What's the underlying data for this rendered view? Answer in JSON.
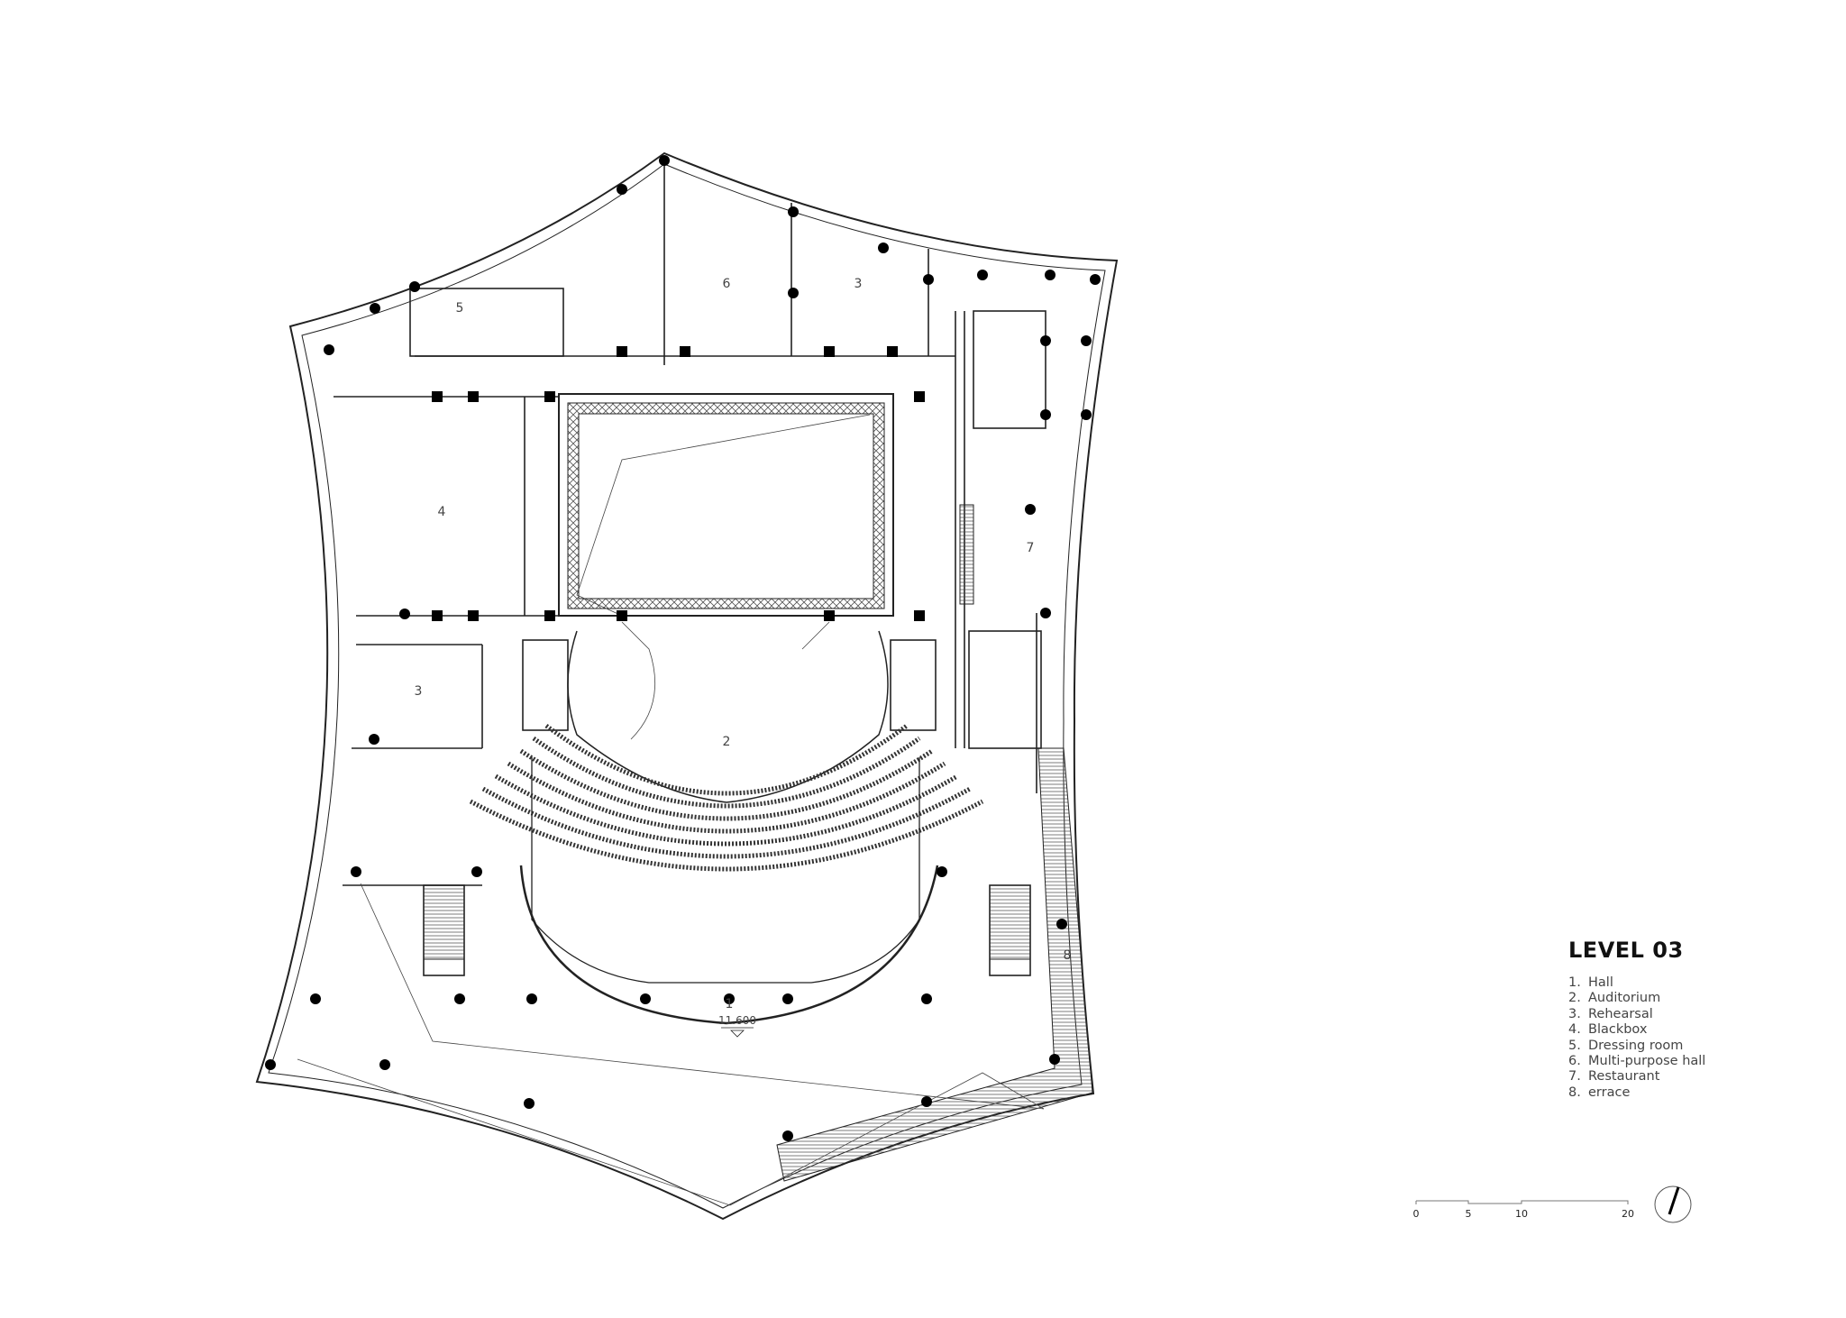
{
  "title": "LEVEL 03",
  "legend": [
    {
      "num": "1.",
      "label": "Hall"
    },
    {
      "num": "2.",
      "label": "Auditorium"
    },
    {
      "num": "3.",
      "label": "Rehearsal"
    },
    {
      "num": "4.",
      "label": "Blackbox"
    },
    {
      "num": "5.",
      "label": "Dressing room"
    },
    {
      "num": "6.",
      "label": "Multi-purpose hall"
    },
    {
      "num": "7.",
      "label": "Restaurant"
    },
    {
      "num": "8.",
      "label": "errace"
    }
  ],
  "rooms": {
    "hall": "1",
    "auditorium": "2",
    "rehearsal_top": "3",
    "rehearsal_left": "3",
    "blackbox": "4",
    "dressing": "5",
    "multipurpose": "6",
    "restaurant": "7",
    "terrace": "8",
    "elevation": "11.600"
  },
  "scale_bar": {
    "labels": [
      "0",
      "5",
      "10",
      "20"
    ]
  },
  "colors": {
    "line": "#222222",
    "column": "#000000",
    "hatch": "#555555"
  }
}
